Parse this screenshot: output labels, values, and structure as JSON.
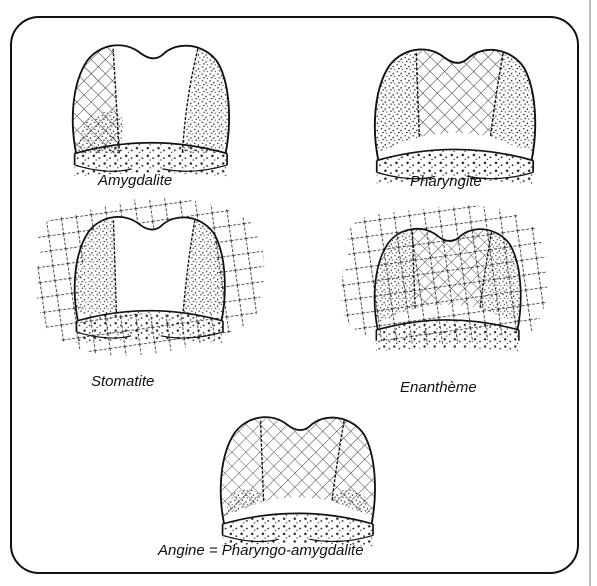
{
  "captions": {
    "amygdalite": "Amygdalite",
    "pharyngite": "Pharyngite",
    "stomatite": "Stomatite",
    "enantheme": "Enanthème",
    "angine": "Angine = Pharyngo-amygdalite"
  }
}
